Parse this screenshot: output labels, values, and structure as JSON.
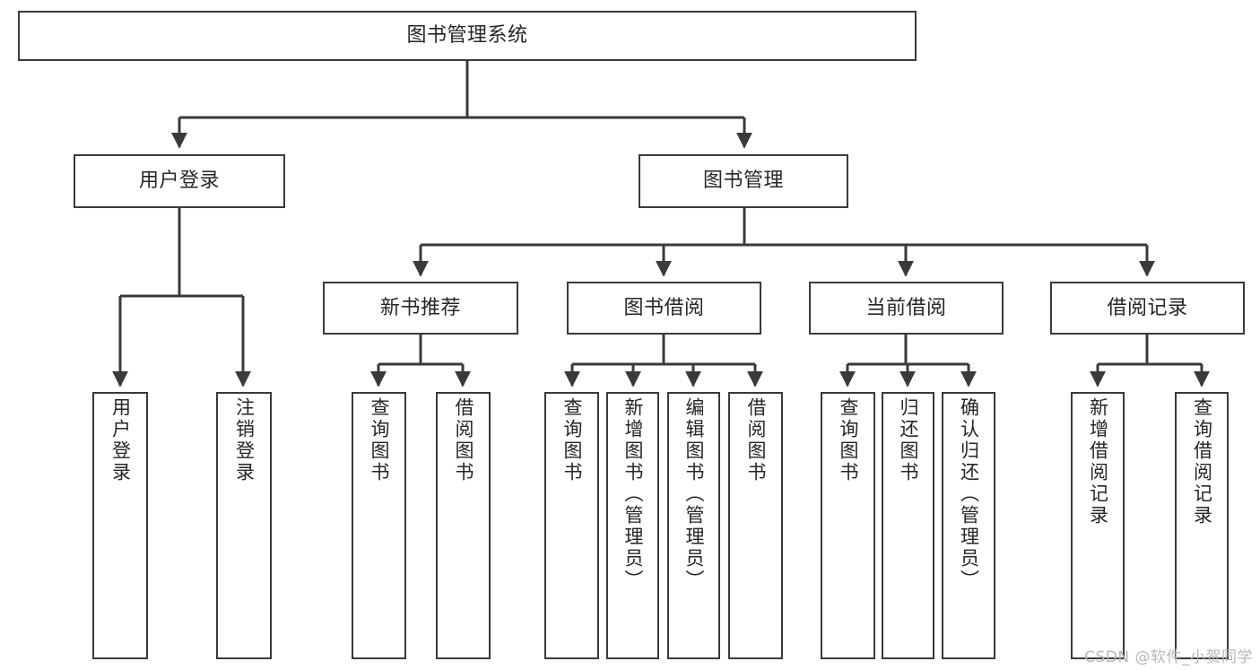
{
  "diagram": {
    "type": "tree-hierarchy",
    "title": "图书管理系统",
    "orientation": "top-down",
    "colors": {
      "border": "#3a3a3a",
      "fill": "#ffffff",
      "text": "#262626",
      "edge": "#3a3a3a",
      "watermark": "#b7b7b7"
    },
    "levels": {
      "root": {
        "label": "图书管理系统"
      },
      "level2": [
        {
          "id": "user-login",
          "label": "用户登录"
        },
        {
          "id": "book-management",
          "label": "图书管理"
        }
      ],
      "level3": [
        {
          "id": "new-book-recommend",
          "label": "新书推荐"
        },
        {
          "id": "book-borrow",
          "label": "图书借阅"
        },
        {
          "id": "current-borrow",
          "label": "当前借阅"
        },
        {
          "id": "borrow-record",
          "label": "借阅记录"
        }
      ],
      "leaves": {
        "user-login": [
          {
            "id": "leaf-user-login",
            "label": "用户登录"
          },
          {
            "id": "leaf-logout",
            "label": "注销登录"
          }
        ],
        "new-book-recommend": [
          {
            "id": "leaf-query-book-1",
            "label": "查询图书"
          },
          {
            "id": "leaf-borrow-book-1",
            "label": "借阅图书"
          }
        ],
        "book-borrow": [
          {
            "id": "leaf-query-book-2",
            "label": "查询图书"
          },
          {
            "id": "leaf-add-book",
            "label": "新增图书（管理员）"
          },
          {
            "id": "leaf-edit-book",
            "label": "编辑图书（管理员）"
          },
          {
            "id": "leaf-borrow-book-2",
            "label": "借阅图书"
          }
        ],
        "current-borrow": [
          {
            "id": "leaf-query-book-3",
            "label": "查询图书"
          },
          {
            "id": "leaf-return-book",
            "label": "归还图书"
          },
          {
            "id": "leaf-confirm-return",
            "label": "确认归还（管理员）"
          }
        ],
        "borrow-record": [
          {
            "id": "leaf-add-record",
            "label": "新增借阅记录"
          },
          {
            "id": "leaf-query-record",
            "label": "查询借阅记录"
          }
        ]
      }
    }
  },
  "watermark": {
    "text": "CSDN @软件_小贺同学"
  }
}
